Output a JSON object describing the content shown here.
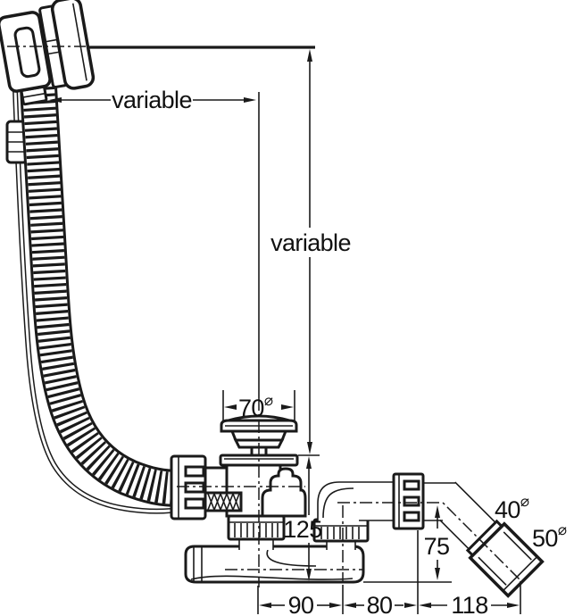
{
  "drawing": {
    "kind": "technical line drawing",
    "subject": "bath waste, overflow and trap set with flexible overflow hose",
    "line_color": "#1a1a1a",
    "background_color": "#ffffff"
  },
  "dimensions": {
    "overflow_horizontal": "variable",
    "overflow_vertical": "variable",
    "plug_diameter_value": "70",
    "plug_diameter_symbol": "⌀",
    "drain_height": "125",
    "bottom_span_left": "90",
    "bottom_span_middle": "80",
    "bottom_span_right": "118",
    "outlet_height": "75",
    "outlet_pipe_value": "40",
    "outlet_pipe_symbol": "⌀",
    "outlet_end_value": "50",
    "outlet_end_symbol": "⌀"
  }
}
